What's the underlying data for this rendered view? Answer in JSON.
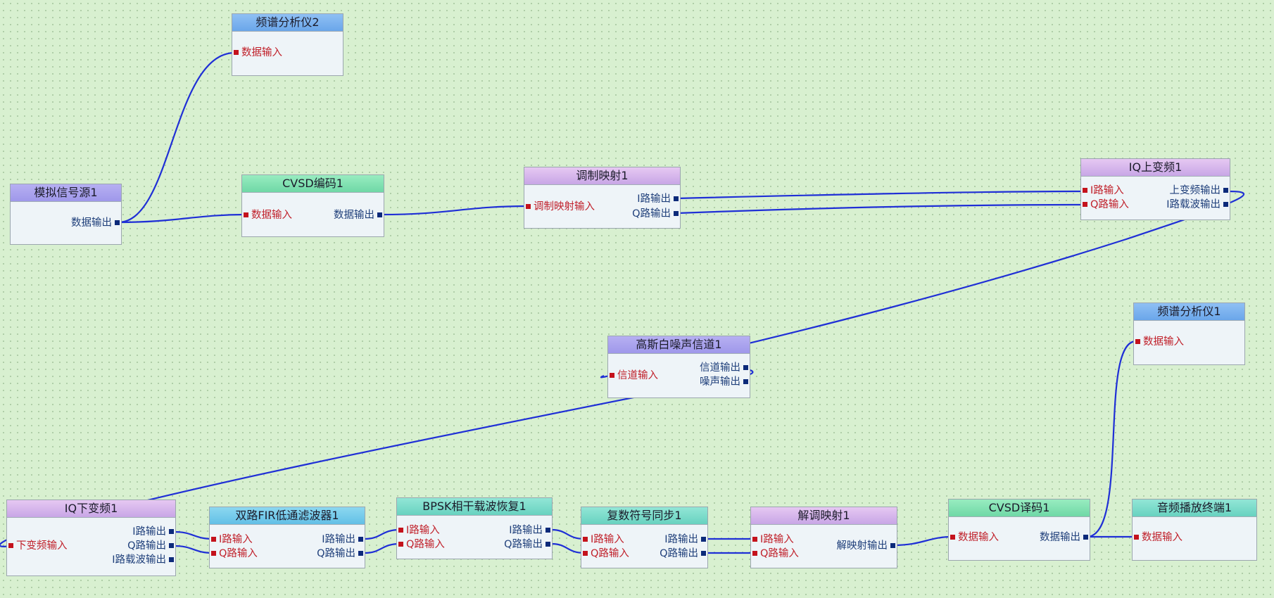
{
  "nodes": {
    "spec2": {
      "title": "频谱分析仪2",
      "in": [
        "数据输入"
      ],
      "out": []
    },
    "src": {
      "title": "模拟信号源1",
      "in": [],
      "out": [
        "数据输出"
      ]
    },
    "cvsd_enc": {
      "title": "CVSD编码1",
      "in": [
        "数据输入"
      ],
      "out": [
        "数据输出"
      ]
    },
    "mod": {
      "title": "调制映射1",
      "in": [
        "调制映射输入"
      ],
      "out": [
        "I路输出",
        "Q路输出"
      ]
    },
    "iq_up": {
      "title": "IQ上变频1",
      "in": [
        "I路输入",
        "Q路输入"
      ],
      "out": [
        "上变频输出",
        "I路载波输出"
      ]
    },
    "spec1": {
      "title": "频谱分析仪1",
      "in": [
        "数据输入"
      ],
      "out": []
    },
    "awgn": {
      "title": "高斯白噪声信道1",
      "in": [
        "信道输入"
      ],
      "out": [
        "信道输出",
        "噪声输出"
      ]
    },
    "iq_down": {
      "title": "IQ下变频1",
      "in": [
        "下变频输入"
      ],
      "out": [
        "I路输出",
        "Q路输出",
        "I路载波输出"
      ]
    },
    "fir": {
      "title": "双路FIR低通滤波器1",
      "in": [
        "I路输入",
        "Q路输入"
      ],
      "out": [
        "I路输出",
        "Q路输出"
      ]
    },
    "bpsk": {
      "title": "BPSK相干载波恢复1",
      "in": [
        "I路输入",
        "Q路输入"
      ],
      "out": [
        "I路输出",
        "Q路输出"
      ]
    },
    "sync": {
      "title": "复数符号同步1",
      "in": [
        "I路输入",
        "Q路输入"
      ],
      "out": [
        "I路输出",
        "Q路输出"
      ]
    },
    "demod": {
      "title": "解调映射1",
      "in": [
        "I路输入",
        "Q路输入"
      ],
      "out": [
        "解映射输出"
      ]
    },
    "cvsd_dec": {
      "title": "CVSD译码1",
      "in": [
        "数据输入"
      ],
      "out": [
        "数据输出"
      ]
    },
    "audio": {
      "title": "音频播放终端1",
      "in": [
        "数据输入"
      ],
      "out": []
    }
  },
  "colors": {
    "wire": "#1f2fd6",
    "input_port": "#c4121c",
    "output_port": "#0c2a7a",
    "canvas": "#d8f0d0"
  }
}
